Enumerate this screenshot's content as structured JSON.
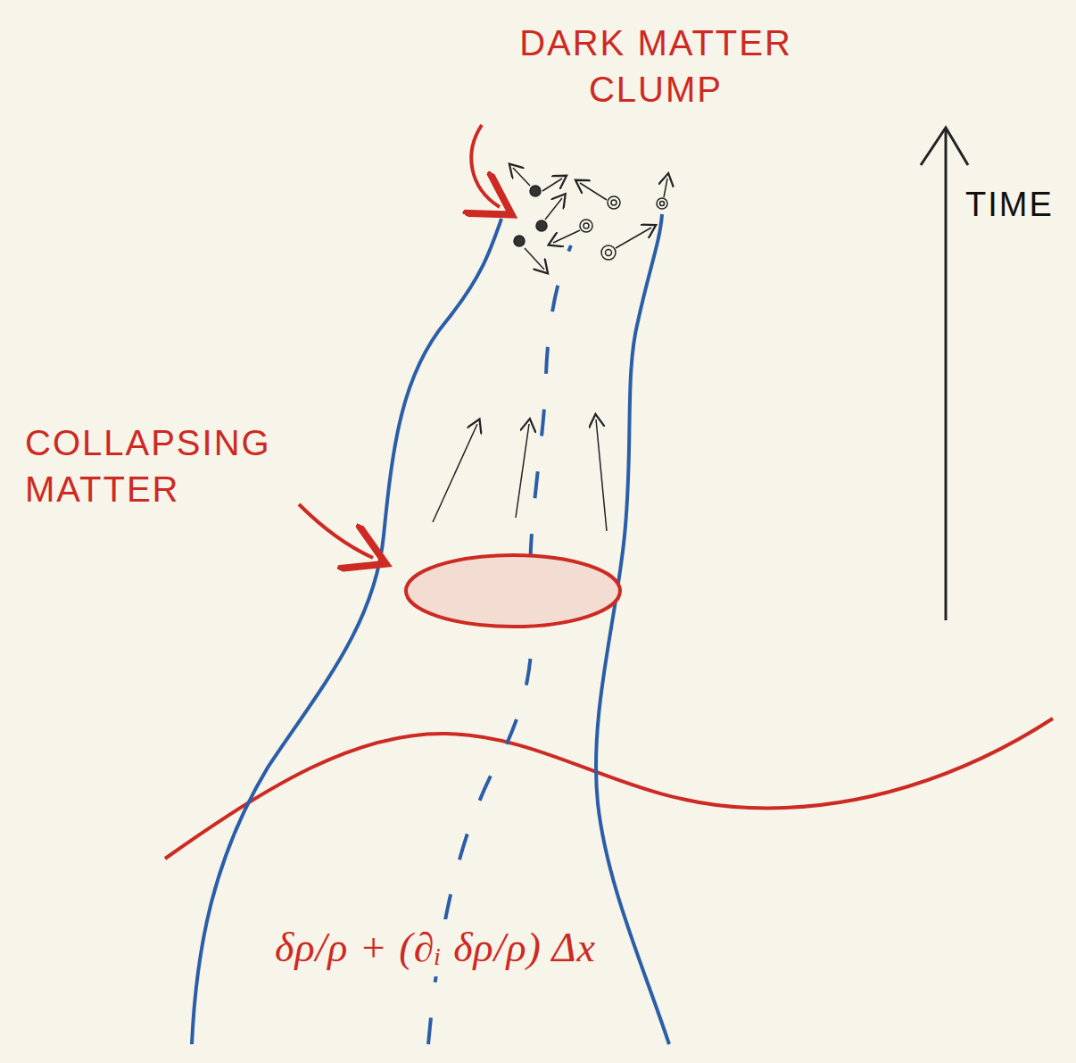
{
  "diagram": {
    "labels": [
      "DARK MATTER CLUMP",
      "COLLAPSING MATTER",
      "TIME",
      "δρ/ρ + (∂ᵢ δρ/ρ) Δx"
    ]
  }
}
